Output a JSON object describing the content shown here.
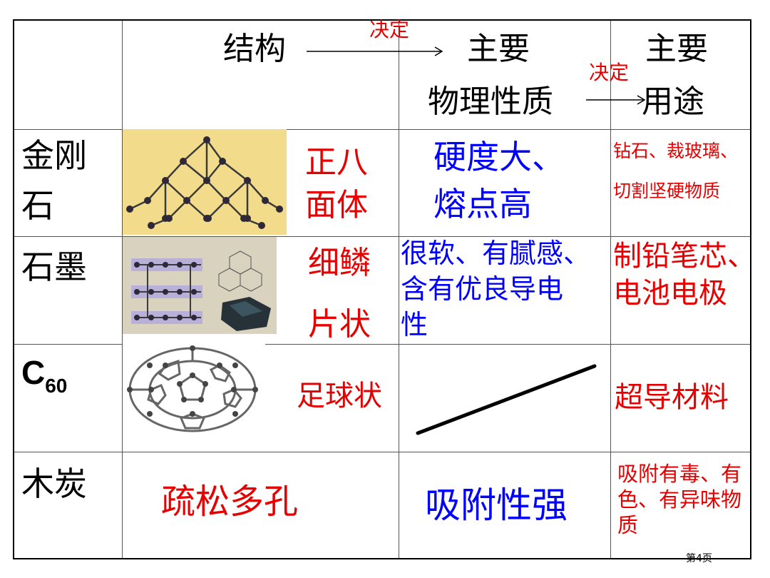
{
  "header": {
    "structure": "结构",
    "decides_1": "决定",
    "property_line1": "主要",
    "property_line2": "物理性质",
    "decides_2": "决定",
    "use_line1": "主要",
    "use_line2": "用途"
  },
  "rows": [
    {
      "name_line1": "金刚",
      "name_line2": "石",
      "shape_line1": "正八",
      "shape_line2": "面体",
      "property_line1": "硬度大、",
      "property_line2": "熔点高",
      "use_line1": "钻石、裁玻璃、",
      "use_line2": "切割坚硬物质"
    },
    {
      "name": "石墨",
      "shape_line1": "细鳞",
      "shape_line2": "片状",
      "property_line1": "很软、有腻感、",
      "property_line2": "含有优良导电",
      "property_line3": "性",
      "use_line1": "制铅笔芯、",
      "use_line2": "电池电极"
    },
    {
      "name_main": "C",
      "name_sub": "60",
      "shape": "足球状",
      "use": "超导材料"
    },
    {
      "name": "木炭",
      "structure": "疏松多孔",
      "property": "吸附性强",
      "use_line1": "吸附有毒、有",
      "use_line2": "色、有异味物",
      "use_line3": "质"
    }
  ],
  "page_label": "第4页"
}
